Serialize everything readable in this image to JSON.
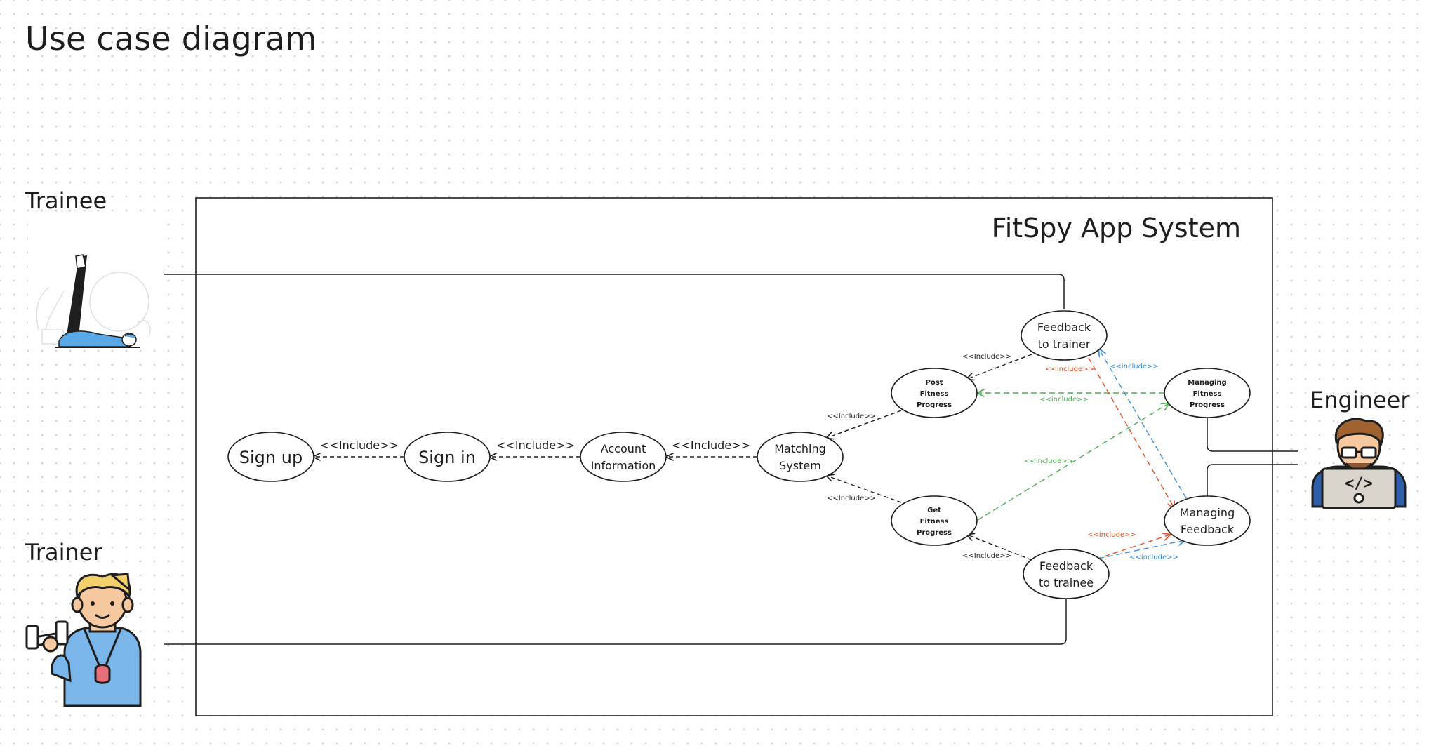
{
  "title": "Use case diagram",
  "system_title": "FitSpy App System",
  "actors": {
    "trainee": "Trainee",
    "trainer": "Trainer",
    "engineer": "Engineer"
  },
  "use_cases": {
    "sign_up": [
      "Sign up"
    ],
    "sign_in": [
      "Sign in"
    ],
    "account_information": [
      "Account",
      "Information"
    ],
    "matching_system": [
      "Matching",
      "System"
    ],
    "post_fitness_progress": [
      "Post",
      "Fitness",
      "Progress"
    ],
    "get_fitness_progress": [
      "Get",
      "Fitness",
      "Progress"
    ],
    "feedback_to_trainer": [
      "Feedback",
      "to trainer"
    ],
    "feedback_to_trainee": [
      "Feedback",
      "to trainee"
    ],
    "managing_fitness_progress": [
      "Managing",
      "Fitness",
      "Progress"
    ],
    "managing_feedback": [
      "Managing",
      "Feedback"
    ]
  },
  "include_label": "<<Include>>",
  "include_label_small": "<<include>>",
  "colors": {
    "line": "#1e1e1e",
    "include_red": "#e0522c",
    "include_blue": "#3b8ee0",
    "include_green": "#4caf50"
  },
  "icons": [
    "trainee-yoga-icon",
    "trainer-dumbbell-icon",
    "engineer-laptop-icon"
  ]
}
